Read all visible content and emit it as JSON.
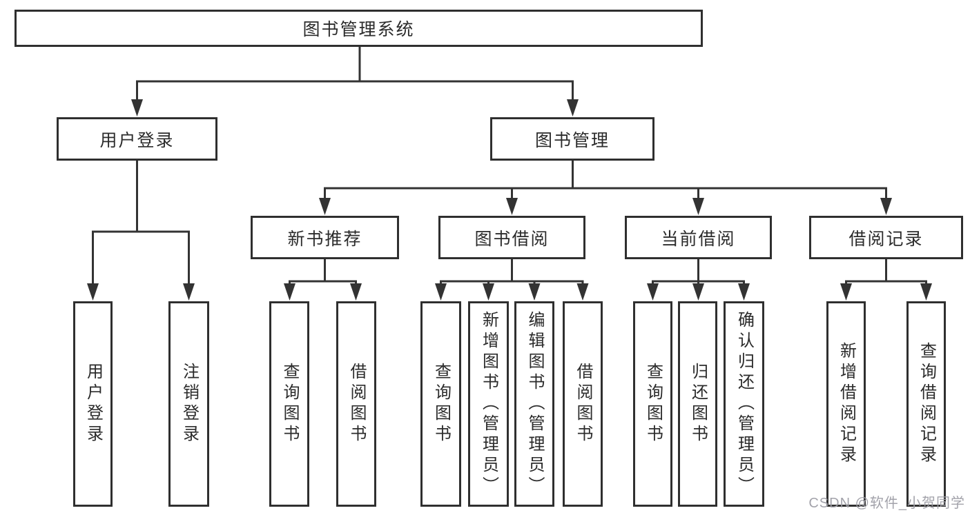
{
  "diagram": {
    "root": {
      "label": "图书管理系统"
    },
    "branches": [
      {
        "label": "用户登录",
        "children": [
          "用户登录",
          "注销登录"
        ]
      },
      {
        "label": "图书管理",
        "groups": [
          {
            "label": "新书推荐",
            "children": [
              "查询图书",
              "借阅图书"
            ]
          },
          {
            "label": "图书借阅",
            "children": [
              "查询图书",
              "新增图书（管理员）",
              "编辑图书（管理员）",
              "借阅图书"
            ]
          },
          {
            "label": "当前借阅",
            "children": [
              "查询图书",
              "归还图书",
              "确认归还（管理员）"
            ]
          },
          {
            "label": "借阅记录",
            "children": [
              "新增借阅记录",
              "查询借阅记录"
            ]
          }
        ]
      }
    ]
  },
  "watermark": {
    "text": "CSDN @软件_小贺同学"
  },
  "colors": {
    "line": "#333333",
    "box_border": "#2f2f2f",
    "text": "#2b2b2b",
    "background": "#ffffff",
    "watermark_text": "#9e9ea6"
  }
}
